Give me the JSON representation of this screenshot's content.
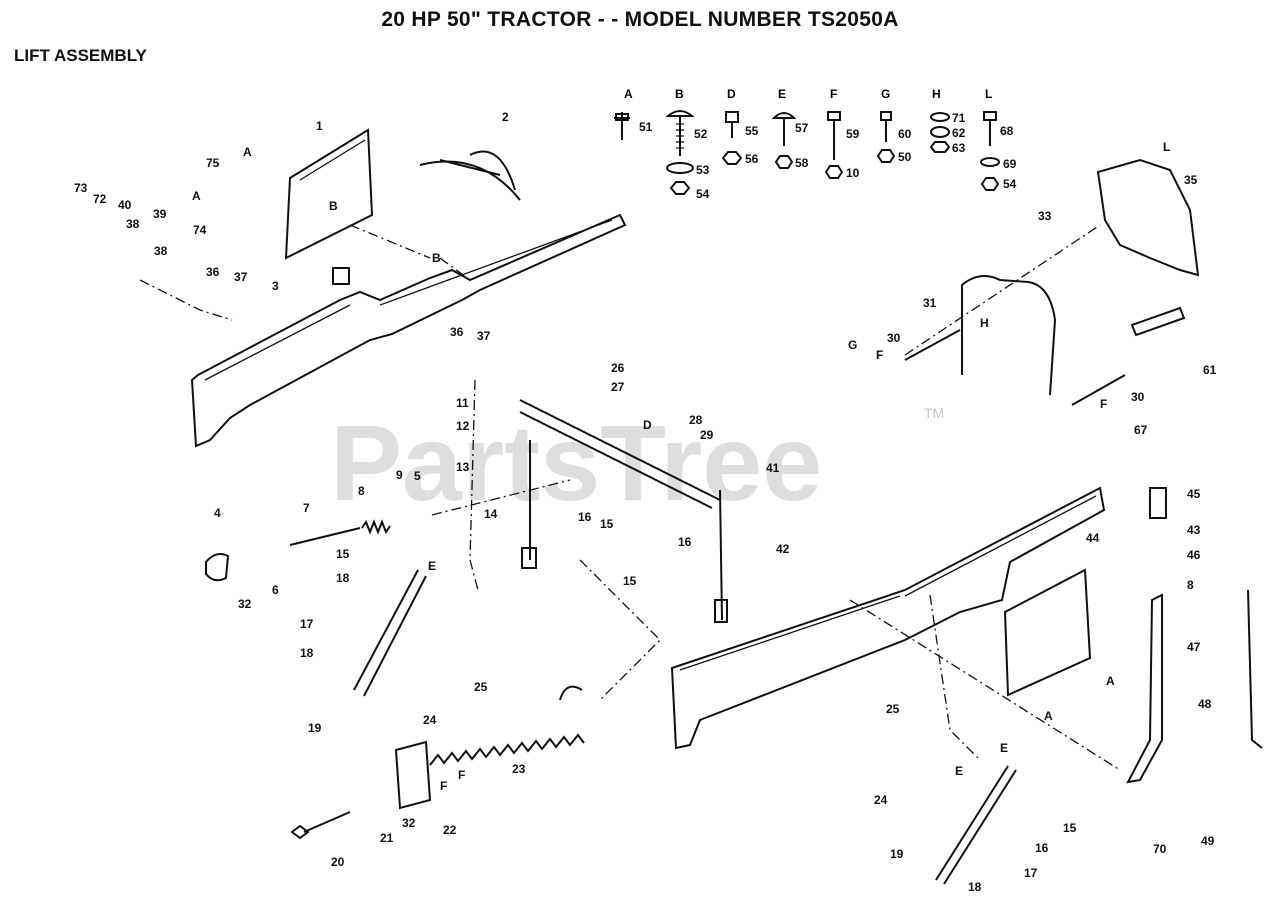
{
  "title": "20 HP 50\" TRACTOR - - MODEL NUMBER TS2050A",
  "subtitle": "LIFT ASSEMBLY",
  "watermark": {
    "text": "PartsTree",
    "tm": "TM"
  },
  "hardware_key": [
    {
      "letter": "A",
      "parts": [
        "51"
      ]
    },
    {
      "letter": "B",
      "parts": [
        "52",
        "53",
        "54"
      ]
    },
    {
      "letter": "D",
      "parts": [
        "55",
        "56"
      ]
    },
    {
      "letter": "E",
      "parts": [
        "57",
        "58"
      ]
    },
    {
      "letter": "F",
      "parts": [
        "59",
        "10"
      ]
    },
    {
      "letter": "G",
      "parts": [
        "60",
        "50"
      ]
    },
    {
      "letter": "H",
      "parts": [
        "71",
        "62",
        "63"
      ]
    },
    {
      "letter": "L",
      "parts": [
        "68",
        "69",
        "54"
      ]
    }
  ],
  "callouts": {
    "p1": "1",
    "p2": "2",
    "p3": "3",
    "p4": "4",
    "p5": "5",
    "p6": "6",
    "p7": "7",
    "p8": "8",
    "p9": "9",
    "p11": "11",
    "p12": "12",
    "p13": "13",
    "p14": "14",
    "p15a": "15",
    "p15b": "15",
    "p15c": "15",
    "p15d": "15",
    "p16a": "16",
    "p16b": "16",
    "p16c": "16",
    "p17a": "17",
    "p17b": "17",
    "p18a": "18",
    "p18b": "18",
    "p18c": "18",
    "p19a": "19",
    "p19b": "19",
    "p20": "20",
    "p21": "21",
    "p22": "22",
    "p23": "23",
    "p24a": "24",
    "p24b": "24",
    "p25a": "25",
    "p25b": "25",
    "p26": "26",
    "p27": "27",
    "p28": "28",
    "p29": "29",
    "p30a": "30",
    "p30b": "30",
    "p31": "31",
    "p32a": "32",
    "p32b": "32",
    "p33": "33",
    "p35": "35",
    "p36a": "36",
    "p36b": "36",
    "p37a": "37",
    "p37b": "37",
    "p38a": "38",
    "p38b": "38",
    "p39": "39",
    "p40": "40",
    "p41": "41",
    "p42": "42",
    "p43": "43",
    "p44": "44",
    "p45": "45",
    "p46": "46",
    "p8b": "8",
    "p47": "47",
    "p48": "48",
    "p49": "49",
    "p61": "61",
    "p67": "67",
    "p70": "70",
    "p72": "72",
    "p73": "73",
    "p74": "74",
    "p75": "75"
  },
  "letters": {
    "A1": "A",
    "A2": "A",
    "A3": "A",
    "A4": "A",
    "B1": "B",
    "B2": "B",
    "D1": "D",
    "E1": "E",
    "E2": "E",
    "E3": "E",
    "F1": "F",
    "F2": "F",
    "F3": "F",
    "F4": "F",
    "G1": "G",
    "H1": "H",
    "L1": "L"
  }
}
